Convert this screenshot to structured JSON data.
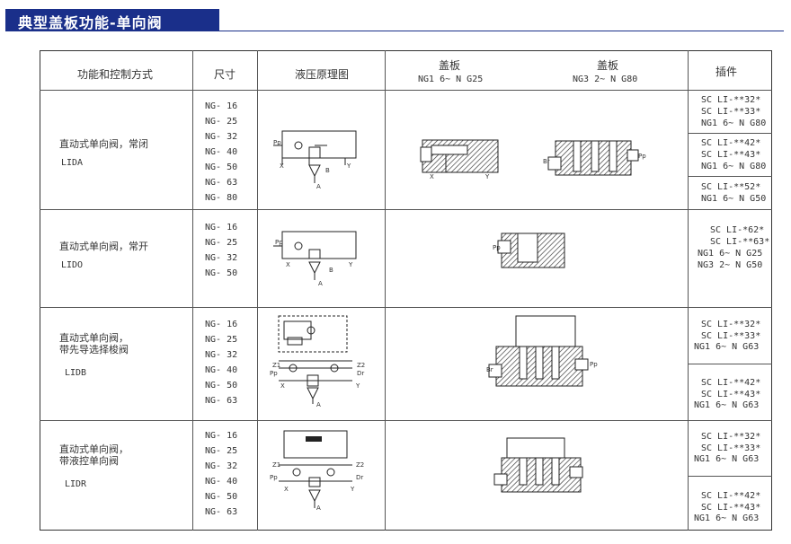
{
  "banner": {
    "title": "典型盖板功能-单向阀"
  },
  "header": {
    "col_function": "功能和控制方式",
    "col_size": "尺寸",
    "col_schematic": "液压原理图",
    "col_cover1_title": "盖板",
    "col_cover1_sub": "NG1  6~ N G25",
    "col_cover2_title": "盖板",
    "col_cover2_sub": "NG3  2~ N G80",
    "col_insert": "插件"
  },
  "rows": [
    {
      "name": "直动式单向阀，常闭",
      "code": "LIDA",
      "sizes": [
        "NG- 16",
        "NG- 25",
        "NG- 32",
        "NG- 40",
        "NG- 50",
        "NG- 63",
        "NG- 80"
      ],
      "inserts": [
        [
          "SC LI-**32*",
          "SC LI-**33*",
          "NG1  6~ N G80"
        ],
        [
          "SC LI-**42*",
          "SC LI-**43*",
          "NG1  6~ N G80"
        ],
        [
          "SC LI-**52*",
          "NG1  6~ N G50"
        ]
      ]
    },
    {
      "name": "直动式单向阀，常开",
      "code": "LIDO",
      "sizes": [
        "NG- 16",
        "NG- 25",
        "NG- 32",
        "NG- 50"
      ],
      "inserts": [
        [
          "SC LI-*62*",
          "SC LI-**63*",
          "NG1  6~ N G25",
          "NG3  2~ N G50"
        ]
      ]
    },
    {
      "name": "直动式单向阀，",
      "name2": "带先导选择梭阀",
      "code": "LIDB",
      "sizes": [
        "NG- 16",
        "NG- 25",
        "NG- 32",
        "NG- 40",
        "NG- 50",
        "NG- 63"
      ],
      "inserts": [
        [
          "SC LI-**32*",
          "SC LI-**33*",
          "NG1  6~ N G63"
        ],
        [
          "SC LI-**42*",
          "SC LI-**43*",
          "NG1  6~ N G63"
        ]
      ]
    },
    {
      "name": "直动式单向阀，",
      "name2": "带液控单向阀",
      "code": "LIDR",
      "sizes": [
        "NG- 16",
        "NG- 25",
        "NG- 32",
        "NG- 40",
        "NG- 50",
        "NG- 63"
      ],
      "inserts": [
        [
          "SC LI-**32*",
          "SC LI-**33*",
          "NG1  6~ N G63"
        ],
        [
          "SC LI-**42*",
          "SC LI-**43*",
          "NG1  6~ N G63"
        ]
      ]
    }
  ],
  "ports": {
    "x": "X",
    "y": "Y",
    "a": "A",
    "b": "B",
    "pp": "Pp",
    "br": "Br",
    "dr": "Dr",
    "z1": "Z1",
    "z2": "Z2",
    "pp_right": "Pp"
  }
}
